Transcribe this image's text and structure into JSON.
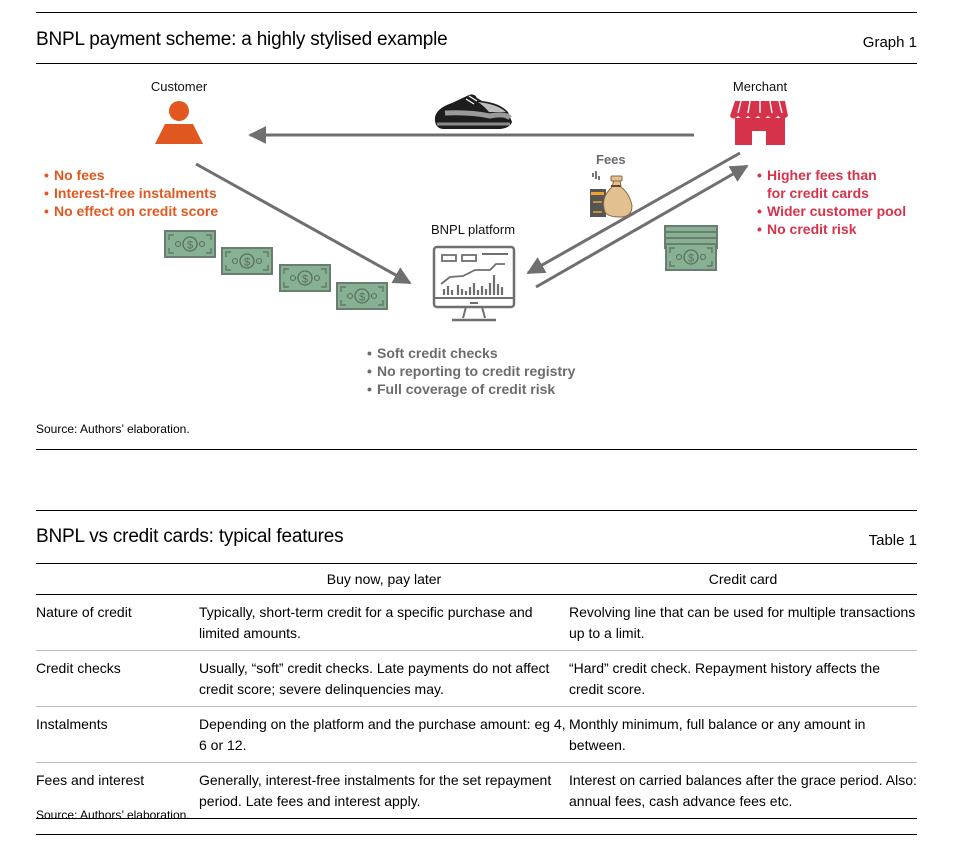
{
  "graph": {
    "title": "BNPL payment scheme: a highly stylised example",
    "label": "Graph 1",
    "source": "Source: Authors’ elaboration.",
    "nodes": {
      "customer": {
        "label": "Customer",
        "icon": "person-icon",
        "color": "#e0581f",
        "bullets": [
          "No fees",
          "Interest-free instalments",
          "No effect on credit score"
        ]
      },
      "merchant": {
        "label": "Merchant",
        "icon": "shop-icon",
        "color": "#d6334a",
        "bullets": [
          "Higher fees than",
          "for credit cards",
          "Wider customer pool",
          "No credit risk"
        ]
      },
      "platform": {
        "label": "BNPL platform",
        "icon": "monitor-chart-icon",
        "color": "#6c6c6c",
        "bullets": [
          "Soft credit checks",
          "No reporting to credit registry",
          "Full coverage of credit risk"
        ]
      }
    },
    "fees_label": "Fees",
    "icons": {
      "product": "sneaker-icon",
      "fees": "money-bag-icon",
      "instalments": "banknote-icon",
      "payment": "banknote-stack-icon"
    },
    "colors": {
      "arrow": "#6f6f6f",
      "banknote": "#86b192",
      "banknote_stroke": "#6a7d6e"
    }
  },
  "table": {
    "title": "BNPL vs credit cards: typical features",
    "label": "Table 1",
    "columns": [
      "",
      "Buy now, pay later",
      "Credit card"
    ],
    "rows": [
      {
        "feature": "Nature of credit",
        "bnpl": "Typically, short-term credit for a specific purchase and limited amounts.",
        "credit_card": "Revolving line that can be used for multiple transactions up to a limit."
      },
      {
        "feature": "Credit checks",
        "bnpl": "Usually, “soft” credit checks. Late payments do not affect credit score; severe delinquencies may.",
        "credit_card": "“Hard” credit check. Repayment history affects the credit score."
      },
      {
        "feature": "Instalments",
        "bnpl": "Depending on the platform and the purchase amount: eg 4, 6 or 12.",
        "credit_card": "Monthly minimum, full balance or any amount in between."
      },
      {
        "feature": "Fees and interest",
        "bnpl": "Generally, interest-free instalments for the set repayment period. Late fees and interest apply.",
        "credit_card": "Interest on carried balances after the grace period. Also: annual fees, cash advance fees etc."
      }
    ],
    "source": "Source: Authors’ elaboration."
  }
}
